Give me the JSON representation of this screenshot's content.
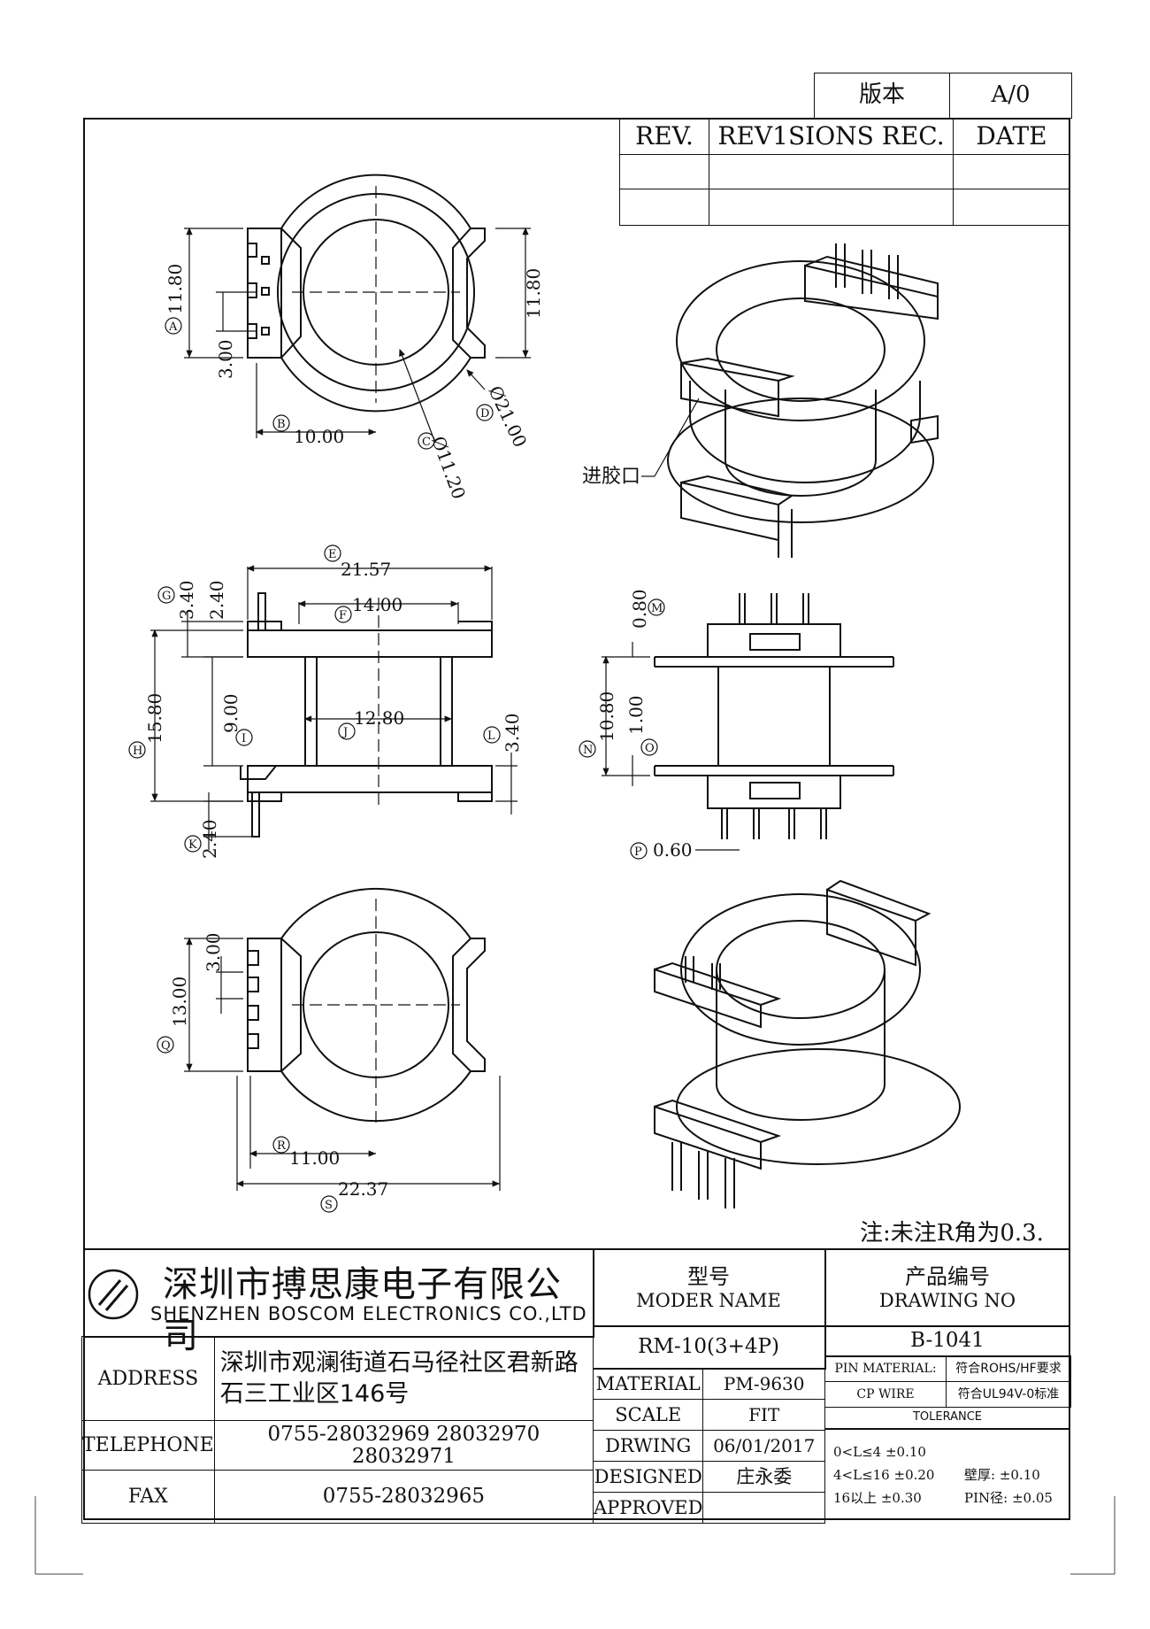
{
  "header": {
    "version_label": "版本",
    "version_value": "A/0",
    "rev_label": "REV.",
    "revisions_label": "REV1SIONS REC.",
    "date_label": "DATE"
  },
  "dimensions": {
    "top_view": {
      "a": "11.80",
      "a_right": "11.80",
      "b": "10.00",
      "pitch": "3.00",
      "c": "Ø11.20",
      "d": "Ø21.00"
    },
    "side_view": {
      "e": "21.57",
      "f": "14.00",
      "g": "3.40",
      "g2": "2.40",
      "h": "15.80",
      "i": "9.00",
      "j": "12.80",
      "k": "2.40",
      "l": "3.40"
    },
    "front_view": {
      "m": "0.80",
      "n": "10.80",
      "o": "1.00",
      "p": "0.60"
    },
    "bottom_view": {
      "q": "13.00",
      "pitch": "3.00",
      "r": "11.00",
      "s": "22.37"
    },
    "letters": [
      "A",
      "B",
      "C",
      "D",
      "E",
      "F",
      "G",
      "H",
      "I",
      "J",
      "K",
      "L",
      "M",
      "N",
      "O",
      "P",
      "Q",
      "R",
      "S"
    ]
  },
  "annotations": {
    "gate_label": "进胶口",
    "note": "注:未注R角为0.3."
  },
  "company": {
    "name_cn": "深圳市搏思康电子有限公司",
    "name_en": "SHENZHEN BOSCOM ELECTRONICS CO.,LTD",
    "address_label": "ADDRESS",
    "address_line1": "深圳市观澜街道石马径社区君新路",
    "address_line2": "石三工业区146号",
    "telephone_label": "TELEPHONE",
    "telephone": "0755-28032969 28032970 28032971",
    "fax_label": "FAX",
    "fax": "0755-28032965"
  },
  "model": {
    "label_cn": "型号",
    "label_en": "MODER NAME",
    "value": "RM-10(3+4P)"
  },
  "drawing": {
    "label_cn": "产品编号",
    "label_en": "DRAWING NO",
    "value": "B-1041"
  },
  "specs": {
    "material_label": "MATERIAL",
    "material_value": "PM-9630",
    "scale_label": "SCALE",
    "scale_value": "FIT",
    "drwing_label": "DRWING",
    "drwing_value": "06/01/2017",
    "designed_label": "DESIGNED",
    "designed_value": "庄永委",
    "approved_label": "APPROVED",
    "approved_value": ""
  },
  "pin": {
    "material_label": "PIN MATERIAL:",
    "material_value": "符合ROHS/HF要求",
    "wire_label": "CP WIRE",
    "wire_value": "符合UL94V-0标准",
    "tolerance_label": "TOLERANCE",
    "tol1": "0<L≤4  ±0.10",
    "tol2": "4<L≤16  ±0.20",
    "tol3": "16以上    ±0.30",
    "wall": "壁厚:  ±0.10",
    "pin_dia": "PIN径: ±0.05"
  }
}
